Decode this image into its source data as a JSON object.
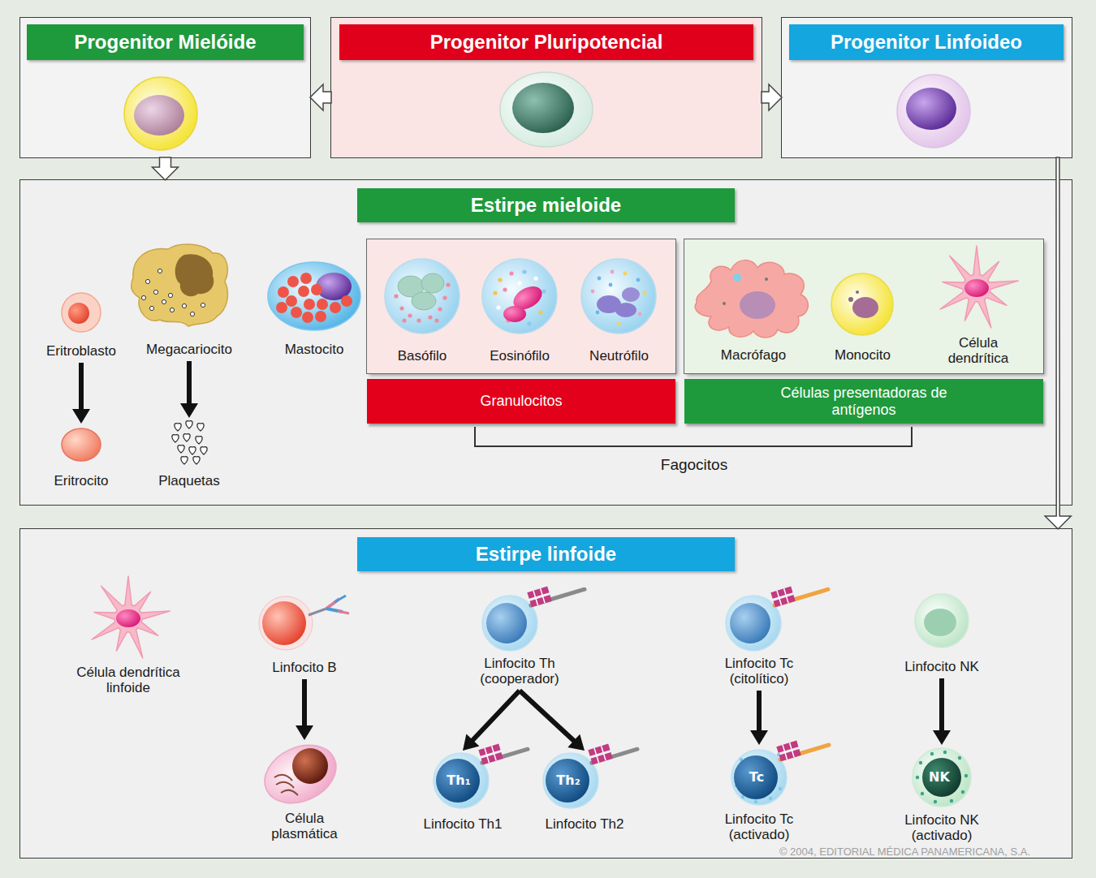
{
  "diagram": {
    "nodes": [
      {
        "text": [
          "Progenitor Mielóide"
        ]
      },
      {
        "text": [
          "Progenitor Pluripotencial"
        ]
      },
      {
        "text": [
          "Progenitor Linfoideo"
        ]
      },
      {
        "text": [
          "Estirpe mieloide"
        ]
      },
      {
        "text": [
          "Eritroblasto"
        ],
        "in": 3
      },
      {
        "text": [
          "Eritrocito"
        ],
        "in": 3
      },
      {
        "text": [
          "Megacariocito"
        ],
        "in": 3
      },
      {
        "text": [
          "Plaquetas"
        ],
        "in": 3
      },
      {
        "text": [
          "Mastocito"
        ],
        "in": 3
      },
      {
        "text": [
          "Granulocitos"
        ],
        "in": 3
      },
      {
        "text": [
          "Basófilo"
        ],
        "in": 9
      },
      {
        "text": [
          "Eosinófilo"
        ],
        "in": 9
      },
      {
        "text": [
          "Neutrófilo"
        ],
        "in": 9
      },
      {
        "text": [
          "Células presentadoras de antígenos"
        ],
        "in": 3
      },
      {
        "text": [
          "Macrófago"
        ],
        "in": 13
      },
      {
        "text": [
          "Monocito"
        ],
        "in": 13
      },
      {
        "text": [
          "Célula dendrítica"
        ],
        "in": 13
      },
      {
        "text": [
          "Estirpe linfoide"
        ]
      },
      {
        "text": [
          "Célula dendrítica linfoide"
        ],
        "in": 17
      },
      {
        "text": [
          "Linfocito B"
        ],
        "in": 17
      },
      {
        "text": [
          "Célula plasmática"
        ],
        "in": 17
      },
      {
        "text": [
          "Linfocito Th (cooperador)"
        ],
        "in": 17
      },
      {
        "text": [
          "Th₁",
          "Linfocito Th1"
        ],
        "in": 17
      },
      {
        "text": [
          "Th₂",
          "Linfocito Th2"
        ],
        "in": 17
      },
      {
        "text": [
          "Linfocito Tc (citolítico)"
        ],
        "in": 17
      },
      {
        "text": [
          "Tc",
          "Linfocito Tc (activado)"
        ],
        "in": 17
      },
      {
        "text": [
          "Linfocito NK"
        ],
        "in": 17
      },
      {
        "text": [
          "NK",
          "Linfocito NK (activado)"
        ],
        "in": 17
      }
    ],
    "edges": [
      {
        "from": 1,
        "to": 0,
        "arrow": "to"
      },
      {
        "from": 1,
        "to": 2,
        "arrow": "to"
      },
      {
        "from": 0,
        "to": 3,
        "arrow": "to"
      },
      {
        "from": 2,
        "to": 17,
        "arrow": "to"
      },
      {
        "from": 4,
        "to": 5,
        "arrow": "to"
      },
      {
        "from": 6,
        "to": 7,
        "arrow": "to"
      },
      {
        "from": 19,
        "to": 20,
        "arrow": "to"
      },
      {
        "from": 21,
        "to": 22,
        "arrow": "to"
      },
      {
        "from": 21,
        "to": 23,
        "arrow": "to"
      },
      {
        "from": 24,
        "to": 25,
        "arrow": "to"
      },
      {
        "from": 26,
        "to": 27,
        "arrow": "to"
      }
    ],
    "labels": [
      "Fagocitos",
      "© 2004, EDITORIAL MÉDICA PANAMERICANA, S.A."
    ]
  }
}
